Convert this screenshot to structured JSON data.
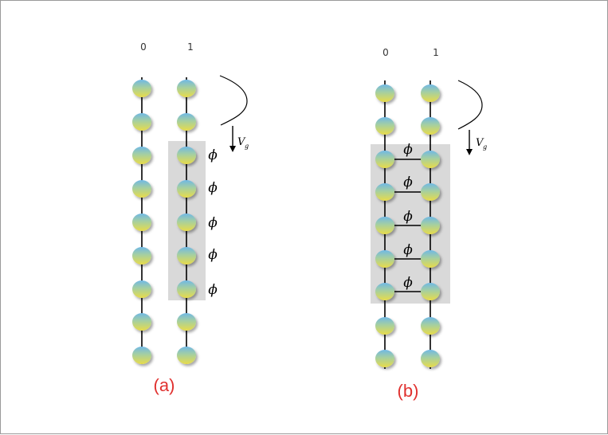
{
  "colors": {
    "panel_label": "#e0312f",
    "shading": "#d9d9d9",
    "bead_top": "#6fb8e6",
    "bead_bottom": "#e8dc4a"
  },
  "panel_a": {
    "label": "(a)",
    "column_labels": [
      "0",
      "1"
    ],
    "phi_symbol": "ϕ",
    "wave_label": "V",
    "wave_subscript": "g"
  },
  "panel_b": {
    "label": "(b)",
    "column_labels": [
      "0",
      "1"
    ],
    "phi_symbol": "ϕ",
    "wave_label": "V",
    "wave_subscript": "g"
  }
}
